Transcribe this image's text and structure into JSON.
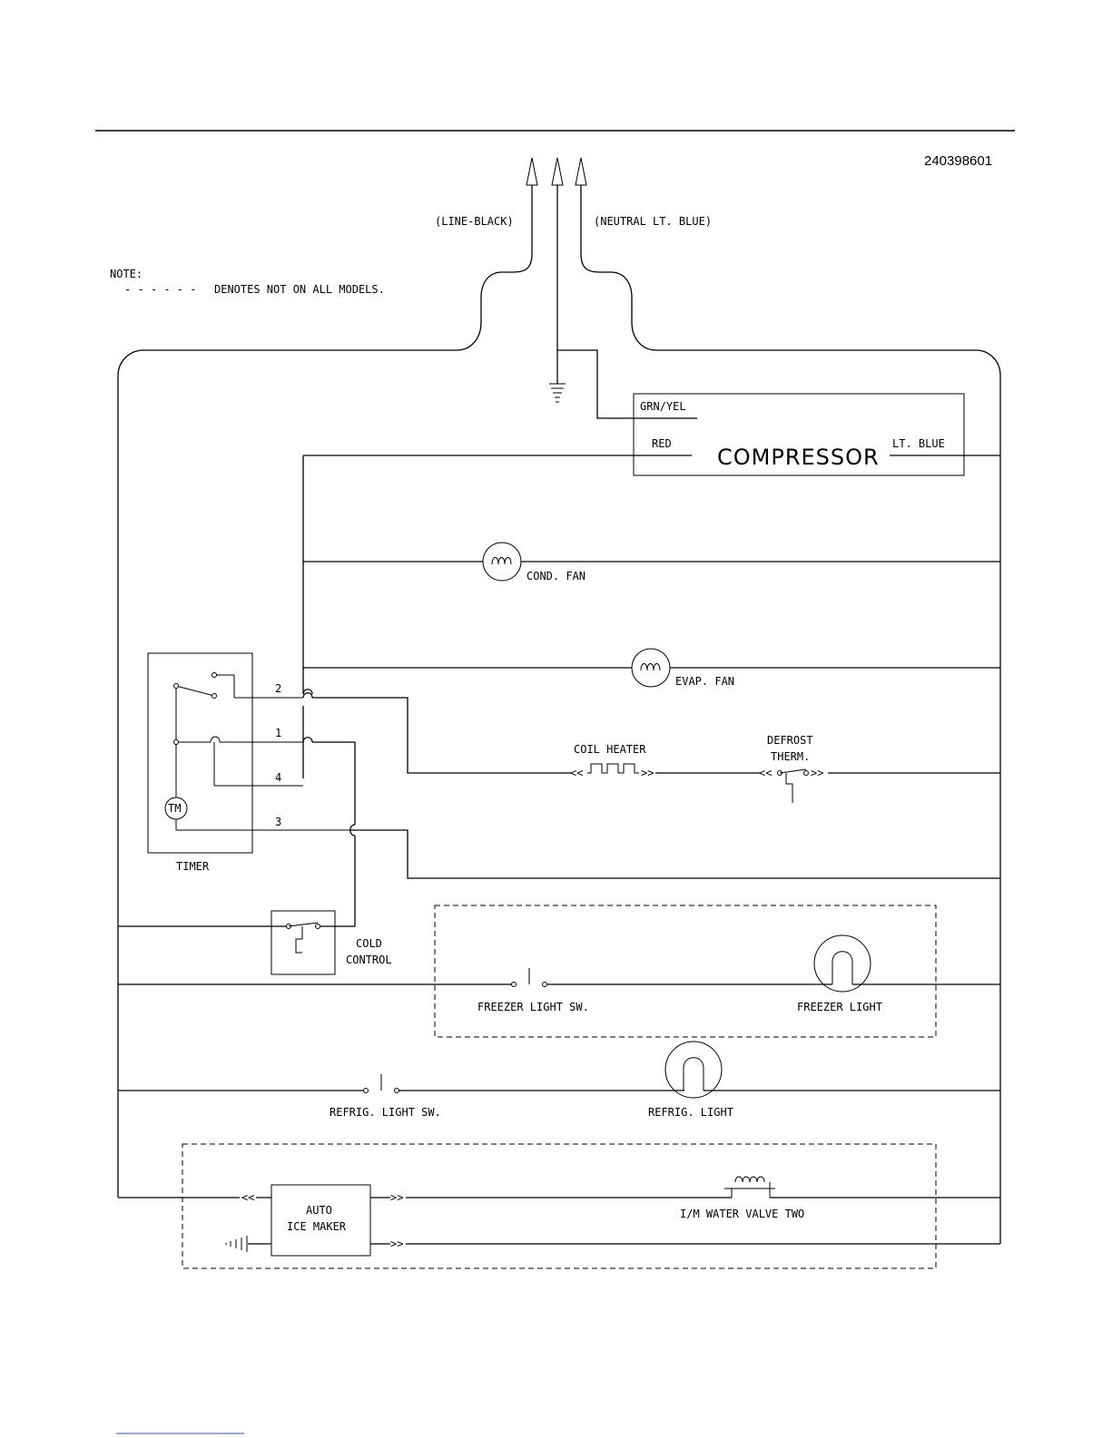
{
  "doc_id": "240398601",
  "line_label": "(LINE-BLACK)",
  "neutral_label": "(NEUTRAL LT. BLUE)",
  "note": {
    "title": "NOTE:",
    "dashes": "- - - - - -",
    "text": "DENOTES NOT ON ALL MODELS."
  },
  "compressor": {
    "name": "COMPRESSOR",
    "grn_yel": "GRN/YEL",
    "red": "RED",
    "lt_blue": "LT. BLUE"
  },
  "cond_fan": "COND. FAN",
  "evap_fan": "EVAP. FAN",
  "timer": {
    "name": "TIMER",
    "motor": "TM",
    "terminals": [
      "2",
      "1",
      "4",
      "3"
    ]
  },
  "coil_heater": "COIL HEATER",
  "defrost_therm": [
    "DEFROST",
    "THERM."
  ],
  "cold_control": [
    "COLD",
    "CONTROL"
  ],
  "freezer_light_sw": "FREEZER LIGHT SW.",
  "freezer_light": "FREEZER LIGHT",
  "refrig_light_sw": "REFRIG. LIGHT SW.",
  "refrig_light": "REFRIG. LIGHT",
  "ice_maker": [
    "AUTO",
    "ICE MAKER"
  ],
  "water_valve": "I/M WATER VALVE TWO"
}
